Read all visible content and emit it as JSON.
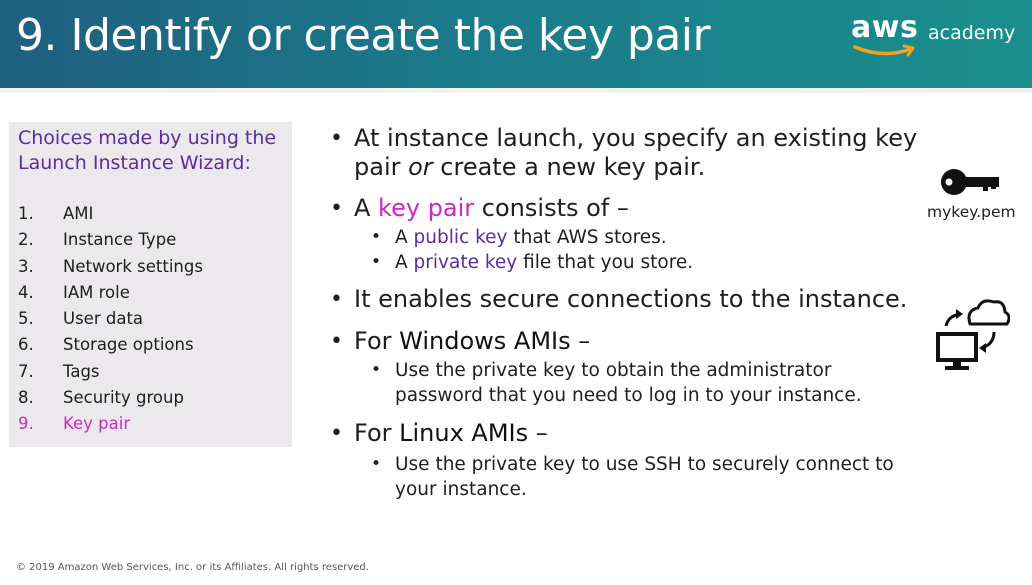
{
  "header": {
    "title": "9. Identify or create the key pair",
    "logo_brand": "aws",
    "logo_suffix": "academy"
  },
  "left_panel": {
    "title": "Choices made by using the Launch Instance Wizard:",
    "items": [
      {
        "num": "1.",
        "label": "AMI"
      },
      {
        "num": "2.",
        "label": "Instance Type"
      },
      {
        "num": "3.",
        "label": "Network settings"
      },
      {
        "num": "4.",
        "label": "IAM role"
      },
      {
        "num": "5.",
        "label": "User data"
      },
      {
        "num": "6.",
        "label": "Storage options"
      },
      {
        "num": "7.",
        "label": "Tags"
      },
      {
        "num": "8.",
        "label": "Security group"
      },
      {
        "num": "9.",
        "label": "Key pair"
      }
    ]
  },
  "content": {
    "b1_a": "At instance launch, you specify an existing key pair ",
    "b1_or": "or",
    "b1_b": " create a new key pair.",
    "b2_a": "A ",
    "b2_key": "key pair",
    "b2_b": " consists of –",
    "s1_a": "A ",
    "s1_key": "public key",
    "s1_b": " that AWS stores.",
    "s2_a": "A ",
    "s2_key": "private key",
    "s2_b": " file that you store.",
    "b3": "It enables secure connections to the instance.",
    "b4_a": "For ",
    "b4_strong": "Windows AMIs",
    "b4_b": " –",
    "s3": "Use the private key to obtain the administrator password that you need to log in to your instance.",
    "b5_a": "For ",
    "b5_strong": "Linux AMIs",
    "b5_b": " –",
    "s4": "Use the private key to use SSH to securely connect to your instance."
  },
  "icons": {
    "key_icon": "key-icon",
    "key_label": "mykey.pem",
    "connection_icon": "computer-cloud-sync-icon"
  },
  "footer": {
    "copyright": "© 2019 Amazon Web Services, Inc. or its Affiliates. All rights reserved."
  },
  "colors": {
    "header_start": "#1f5f80",
    "header_end": "#1a8f8c",
    "accent_purple": "#5a2ca0",
    "accent_magenta": "#cc27c8",
    "panel_bg": "#ebe9ec"
  }
}
